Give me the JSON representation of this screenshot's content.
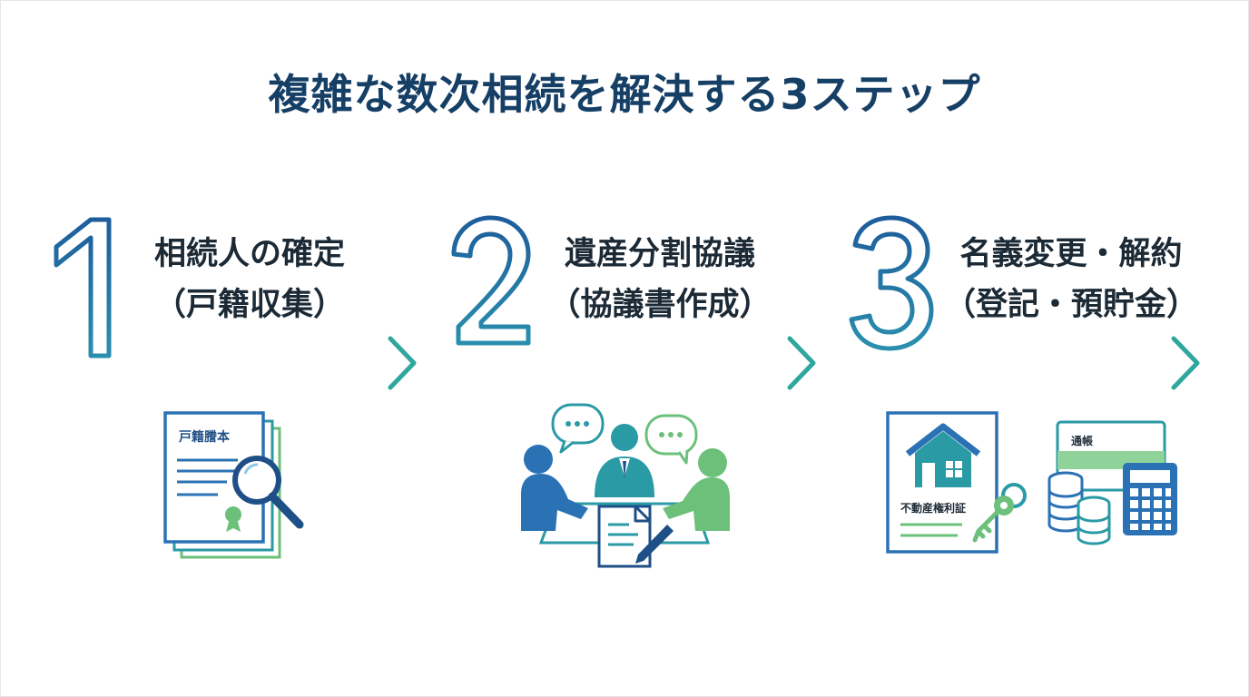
{
  "title": "複雑な数次相続を解決する3ステップ",
  "colors": {
    "title": "#163f66",
    "navy": "#1e4f86",
    "blue": "#2b72b5",
    "teal": "#2a9aa5",
    "green": "#6cc07a",
    "text": "#1c2a36"
  },
  "steps": [
    {
      "number": "1",
      "line1": "相続人の確定",
      "line2": "（戸籍収集）",
      "icon": "family-register-search-icon",
      "icon_text": "戸籍謄本"
    },
    {
      "number": "2",
      "line1": "遺産分割協議",
      "line2": "（協議書作成）",
      "icon": "meeting-discussion-icon",
      "icon_text": ""
    },
    {
      "number": "3",
      "line1": "名義変更・解約",
      "line2": "（登記・預貯金）",
      "icon": "property-bank-icon",
      "icon_text": "不動産権利証",
      "icon_text_2": "通帳"
    }
  ]
}
